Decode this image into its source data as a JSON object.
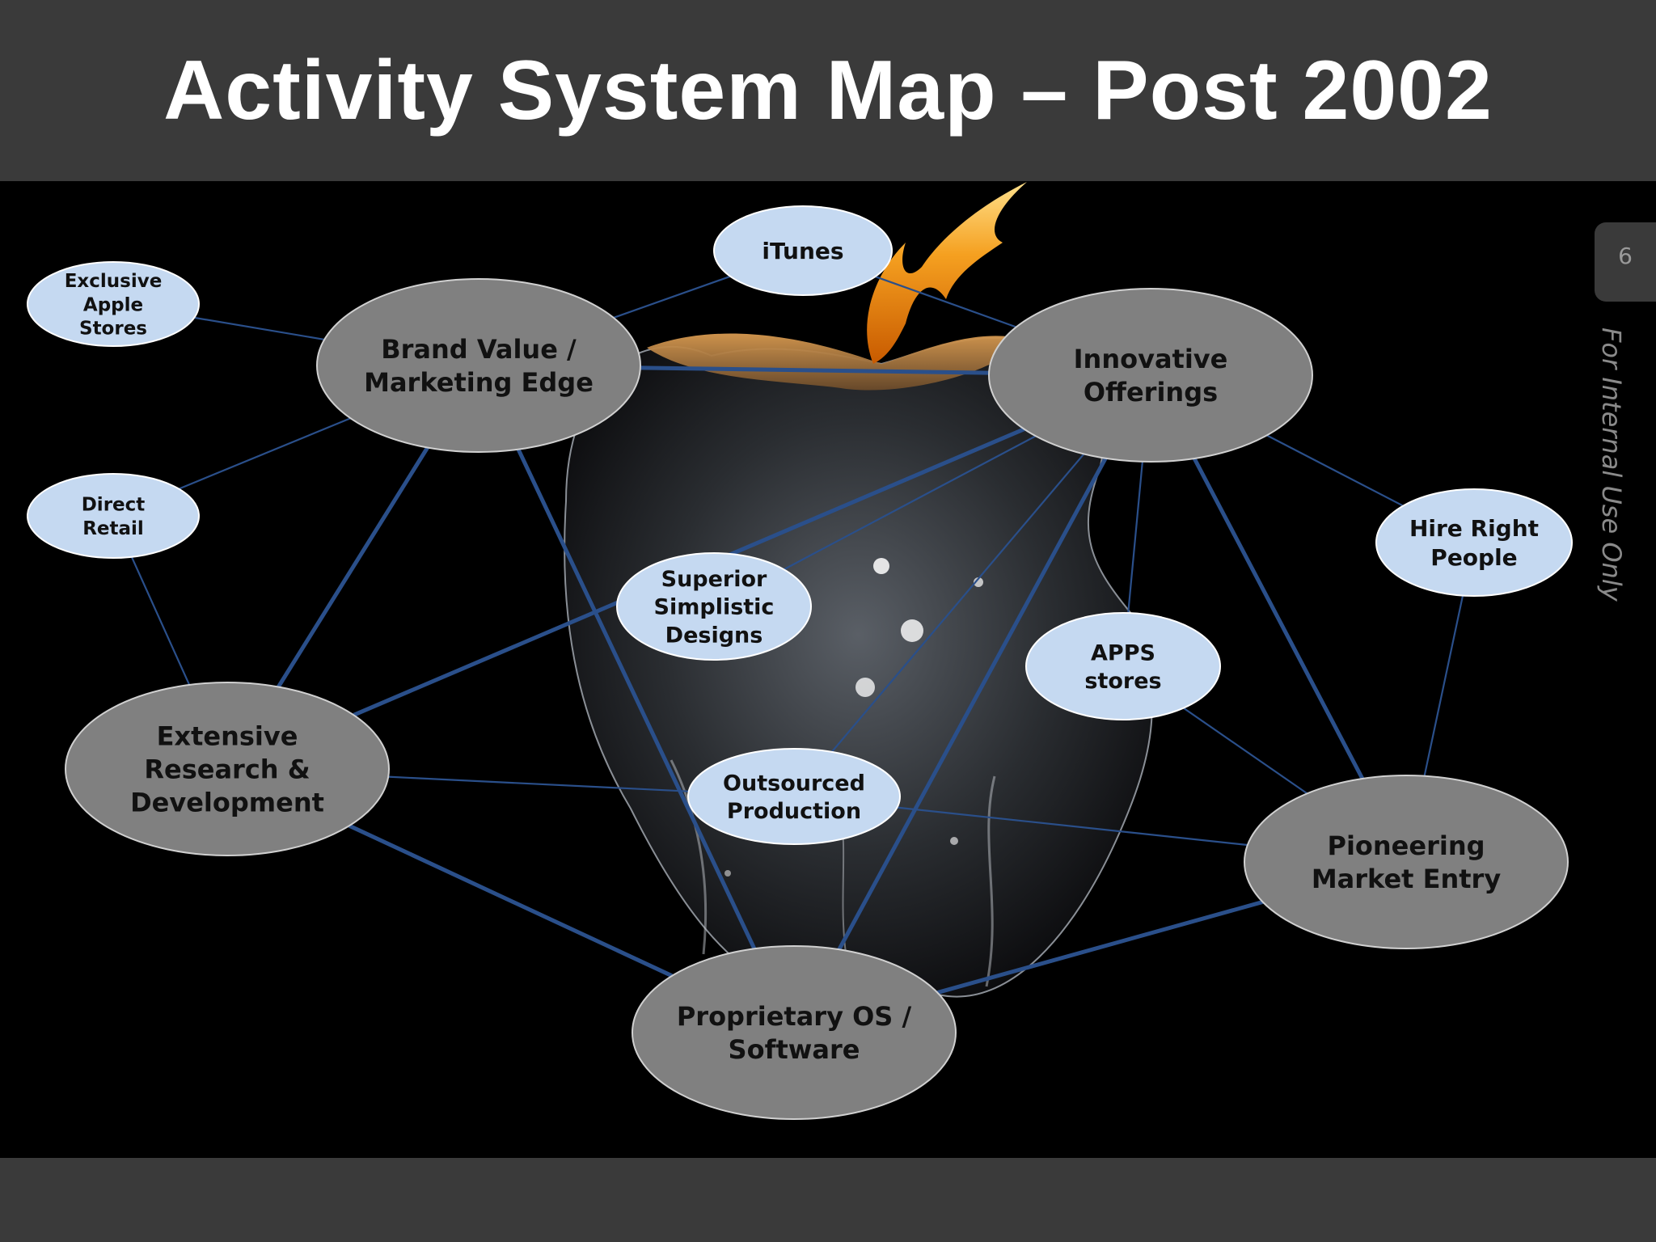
{
  "title": "Activity System Map – Post 2002",
  "page_number": "6",
  "side_note": "For Internal Use Only",
  "colors": {
    "header": "#3a3a3a",
    "background": "#000000",
    "major_node": "#808080",
    "minor_node": "#c5d9f1",
    "link": "#2a4f8a",
    "flame": "#f08a1a"
  },
  "nodes": {
    "itunes": {
      "lines": [
        "iTunes"
      ]
    },
    "exclusive_stores": {
      "lines": [
        "Exclusive",
        "Apple",
        "Stores"
      ]
    },
    "brand_value": {
      "lines": [
        "Brand Value /",
        "Marketing Edge"
      ]
    },
    "innovative": {
      "lines": [
        "Innovative",
        "Offerings"
      ]
    },
    "direct_retail": {
      "lines": [
        "Direct",
        "Retail"
      ]
    },
    "hire_right": {
      "lines": [
        "Hire Right",
        "People"
      ]
    },
    "superior_designs": {
      "lines": [
        "Superior",
        "Simplistic",
        "Designs"
      ]
    },
    "apps_stores": {
      "lines": [
        "APPS",
        "stores"
      ]
    },
    "research": {
      "lines": [
        "Extensive",
        "Research &",
        "Development"
      ]
    },
    "outsourced": {
      "lines": [
        "Outsourced",
        "Production"
      ]
    },
    "pioneering": {
      "lines": [
        "Pioneering",
        "Market Entry"
      ]
    },
    "proprietary_os": {
      "lines": [
        "Proprietary OS /",
        "Software"
      ]
    }
  },
  "links": [
    [
      "brand_value",
      "itunes"
    ],
    [
      "itunes",
      "innovative"
    ],
    [
      "exclusive_stores",
      "brand_value"
    ],
    [
      "direct_retail",
      "brand_value"
    ],
    [
      "direct_retail",
      "research"
    ],
    [
      "brand_value",
      "innovative"
    ],
    [
      "brand_value",
      "research"
    ],
    [
      "brand_value",
      "proprietary_os"
    ],
    [
      "innovative",
      "research"
    ],
    [
      "innovative",
      "superior_designs"
    ],
    [
      "innovative",
      "apps_stores"
    ],
    [
      "innovative",
      "outsourced"
    ],
    [
      "innovative",
      "proprietary_os"
    ],
    [
      "innovative",
      "hire_right"
    ],
    [
      "innovative",
      "pioneering"
    ],
    [
      "hire_right",
      "pioneering"
    ],
    [
      "apps_stores",
      "pioneering"
    ],
    [
      "research",
      "outsourced"
    ],
    [
      "research",
      "proprietary_os"
    ],
    [
      "outsourced",
      "pioneering"
    ],
    [
      "proprietary_os",
      "pioneering"
    ]
  ]
}
